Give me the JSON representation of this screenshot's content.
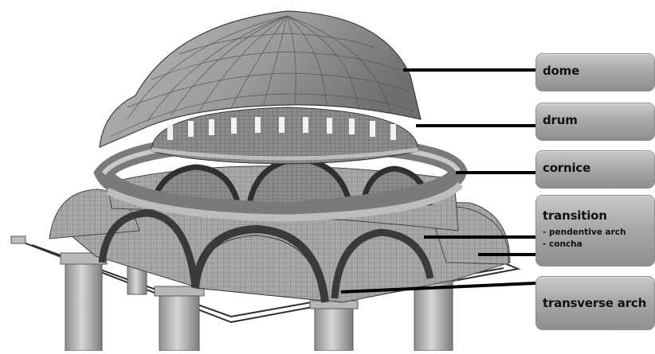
{
  "labels": {
    "dome": "dome",
    "drum": "drum",
    "cornice": "cornice",
    "transition": "transition",
    "transition_items": [
      "- pendentive arch",
      "- concha"
    ],
    "transverse_arch": "transverse arch"
  }
}
